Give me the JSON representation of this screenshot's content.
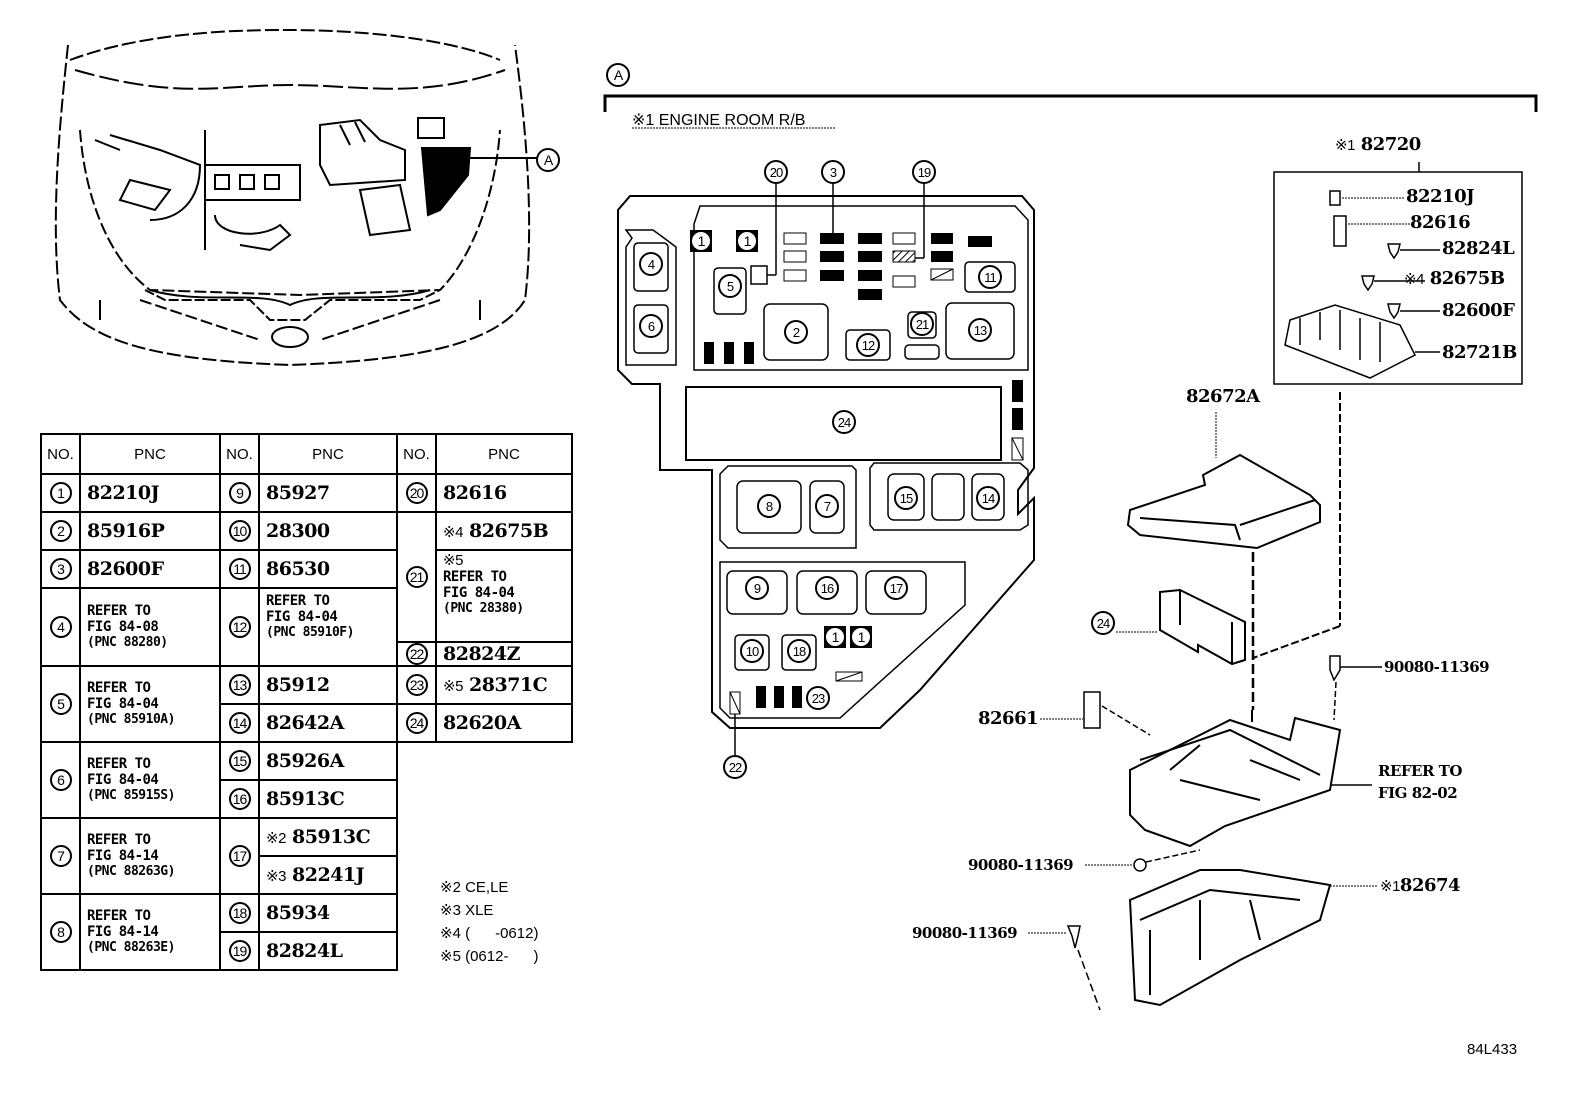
{
  "figure": {
    "figure_id": "84L433",
    "section_marker": "A",
    "section_title": "※1 ENGINE ROOM R/B",
    "engine_callout": "A"
  },
  "table": {
    "headers": {
      "no": "NO.",
      "pnc": "PNC"
    },
    "rows": [
      {
        "no": "1",
        "pnc": "82210J"
      },
      {
        "no": "2",
        "pnc": "85916P"
      },
      {
        "no": "3",
        "pnc": "82600F"
      },
      {
        "no": "4",
        "ref": "REFER TO",
        "fig": "FIG 84-08",
        "sub": "(PNC 88280)"
      },
      {
        "no": "5",
        "ref": "REFER TO",
        "fig": "FIG 84-04",
        "sub": "(PNC 85910A)"
      },
      {
        "no": "6",
        "ref": "REFER TO",
        "fig": "FIG 84-04",
        "sub": "(PNC 85915S)"
      },
      {
        "no": "7",
        "ref": "REFER TO",
        "fig": "FIG 84-14",
        "sub": "(PNC 88263G)"
      },
      {
        "no": "8",
        "ref": "REFER TO",
        "fig": "FIG 84-14",
        "sub": "(PNC 88263E)"
      },
      {
        "no": "9",
        "pnc": "85927"
      },
      {
        "no": "10",
        "pnc": "28300"
      },
      {
        "no": "11",
        "pnc": "86530"
      },
      {
        "no": "12",
        "ref": "REFER TO",
        "fig": "FIG 84-04",
        "sub": "(PNC 85910F)"
      },
      {
        "no": "13",
        "pnc": "85912"
      },
      {
        "no": "14",
        "pnc": "82642A"
      },
      {
        "no": "15",
        "pnc": "85926A"
      },
      {
        "no": "16",
        "pnc": "85913C"
      },
      {
        "no": "17",
        "variants": [
          {
            "mark": "※2",
            "pnc": "85913C"
          },
          {
            "mark": "※3",
            "pnc": "82241J"
          }
        ]
      },
      {
        "no": "18",
        "pnc": "85934"
      },
      {
        "no": "19",
        "pnc": "82824L"
      },
      {
        "no": "20",
        "pnc": "82616"
      },
      {
        "no": "21",
        "variants": [
          {
            "mark": "※4",
            "pnc": "82675B"
          },
          {
            "mark": "※5",
            "ref": "REFER TO",
            "fig": "FIG 84-04",
            "sub": "(PNC 28380)"
          }
        ]
      },
      {
        "no": "22",
        "pnc": "82824Z"
      },
      {
        "no": "23",
        "mark": "※5",
        "pnc": "28371C"
      },
      {
        "no": "24",
        "pnc": "82620A"
      }
    ]
  },
  "footnotes": [
    "※2 CE,LE",
    "※3 XLE",
    "※4 (      -0612)",
    "※5 (0612-      )"
  ],
  "relay_block": {
    "labels": [
      "20",
      "3",
      "19",
      "1",
      "1",
      "4",
      "5",
      "6",
      "2",
      "12",
      "21",
      "13",
      "11",
      "24",
      "8",
      "7",
      "15",
      "14",
      "9",
      "16",
      "17",
      "10",
      "18",
      "1",
      "1",
      "23",
      "22"
    ]
  },
  "kit": {
    "title_mark": "※1",
    "title_pnc": "82720",
    "items": [
      {
        "pnc": "82210J"
      },
      {
        "pnc": "82616"
      },
      {
        "pnc": "82824L"
      },
      {
        "mark": "※4",
        "pnc": "82675B"
      },
      {
        "pnc": "82600F"
      },
      {
        "pnc": "82721B"
      }
    ]
  },
  "exploded": {
    "cover_pnc": "82672A",
    "module_no": "24",
    "bolt_top": "90080-11369",
    "clip_pnc": "82661",
    "refer_line1": "REFER TO",
    "refer_line2": "FIG 82-02",
    "bolt_mid": "90080-11369",
    "lower_mark": "※1",
    "lower_pnc": "82674",
    "bolt_low": "90080-11369"
  }
}
